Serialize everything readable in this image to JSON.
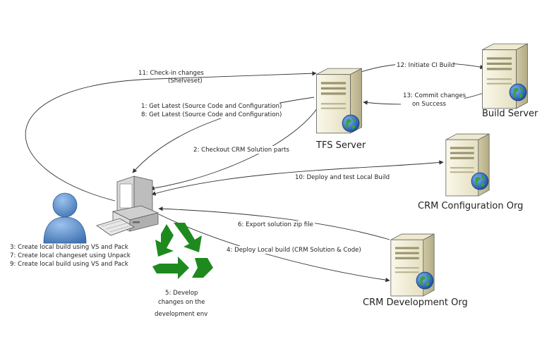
{
  "nodes": {
    "tfs": "TFS Server",
    "build": "Build Server",
    "config": "CRM Configuration Org",
    "dev": "CRM Development Org"
  },
  "edges": {
    "checkin_1": "11: Check-in changes",
    "checkin_2": "(Shelveset)",
    "getlatest_1": "1: Get Latest (Source Code and Configuration)",
    "getlatest_8": "8: Get Latest (Source Code and Configuration)",
    "checkout": "2: Checkout CRM Solution parts",
    "initiate": "12: Initiate CI Build",
    "commit_1": "13: Commit changes",
    "commit_2": "on Success",
    "deploy_test": "10: Deploy and test Local Build",
    "export": "6: Export solution zip file",
    "deploy_local": "4: Deploy Local build (CRM Solution & Code)"
  },
  "developer_steps": [
    "3: Create local build using VS and Pack",
    "7: Create local changeset using Unpack",
    "9: Create local build using VS and Pack"
  ],
  "develop_note": [
    "5: Develop",
    "changes on the",
    "development env"
  ],
  "colors": {
    "server_body": "#f2eed8",
    "globe": "#2a66b8",
    "person": "#5b8fc9",
    "recycle": "#1e8a1e",
    "line": "#333333"
  }
}
